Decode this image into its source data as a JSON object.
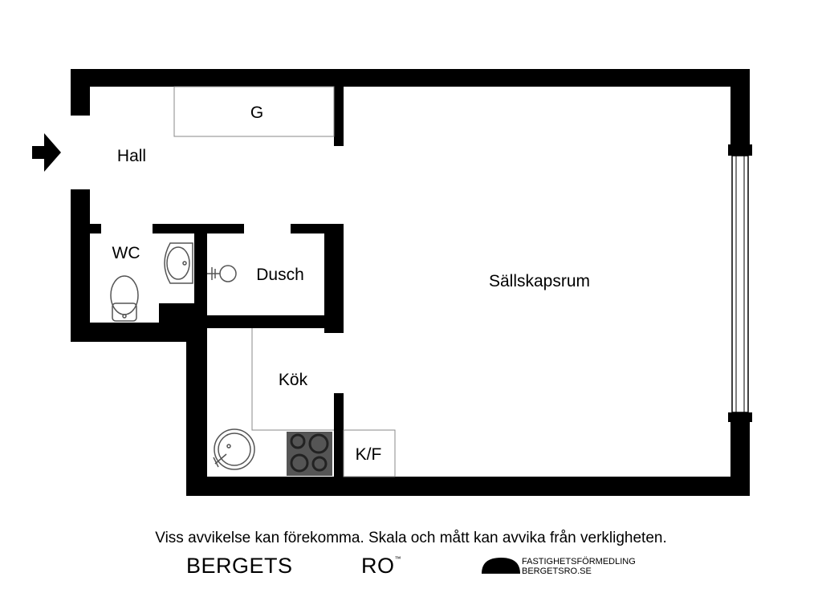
{
  "rooms": {
    "hall": "Hall",
    "wardrobe": "G",
    "wc": "WC",
    "shower": "Dusch",
    "living_room": "Sällskapsrum",
    "kitchen": "Kök",
    "fridge": "K/F"
  },
  "footer": {
    "disclaimer": "Viss avvikelse kan förekomma. Skala och mått kan avvika från verkligheten.",
    "brand_left": "BERGETS",
    "brand_right": "RO",
    "brand_tm": "™",
    "agency_line1": "FASTIGHETSFÖRMEDLING",
    "agency_line2": "BERGETSRO.SE"
  },
  "colors": {
    "wall": "#000000",
    "stove": "#555555",
    "fixture_line": "#888888"
  },
  "icons": [
    "entrance-arrow-icon",
    "sink-icon",
    "toilet-icon",
    "shower-icon",
    "kitchen-sink-icon",
    "stove-icon",
    "window-icon",
    "logo-dome-icon"
  ]
}
